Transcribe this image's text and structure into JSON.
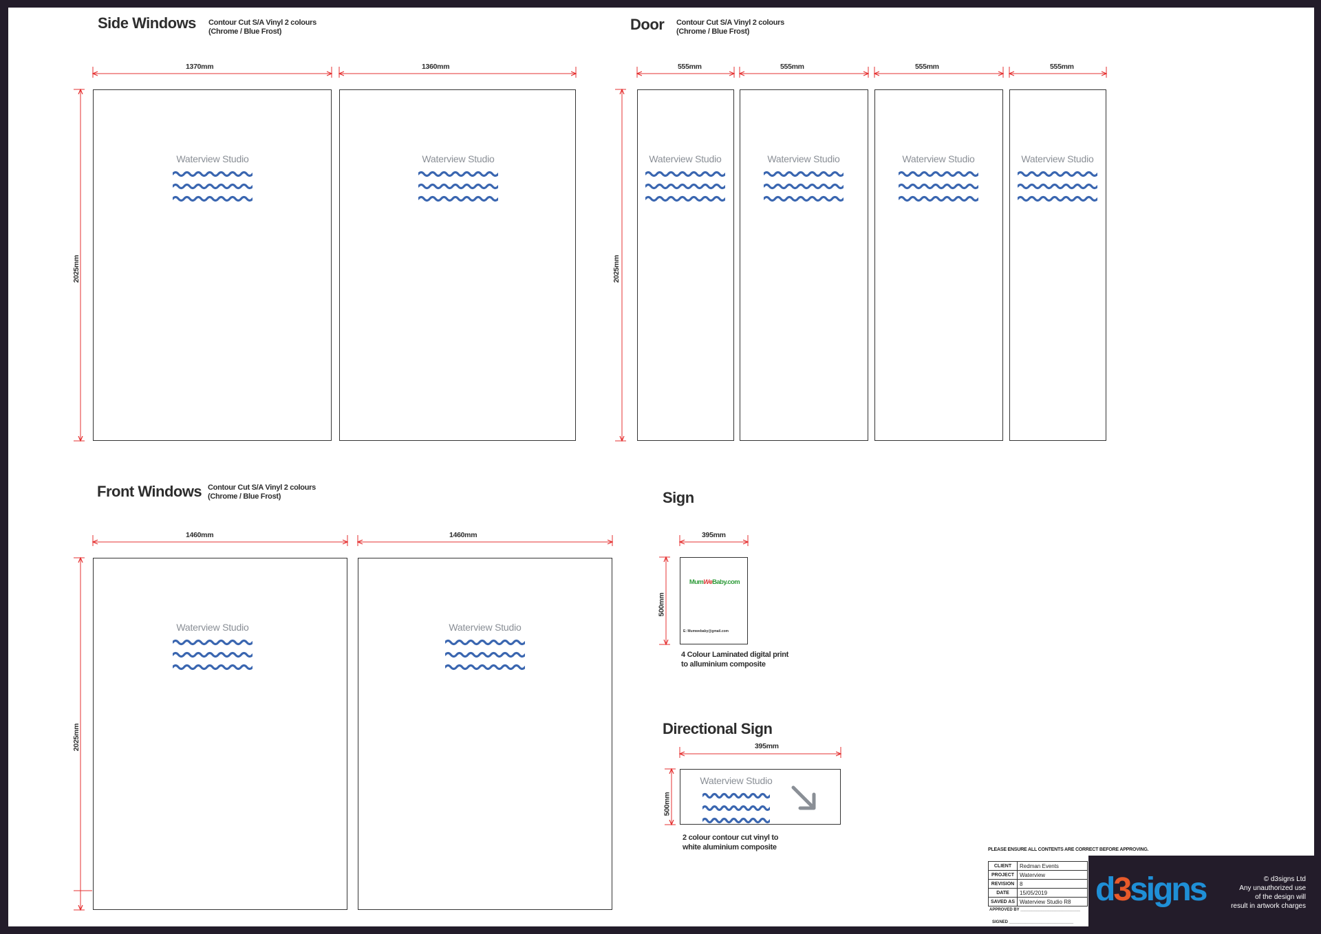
{
  "sections": {
    "side_windows": {
      "title": "Side Windows",
      "spec": "Contour Cut S/A Vinyl 2 colours\n(Chrome / Blue Frost)",
      "width_labels": [
        "1370mm",
        "1360mm"
      ],
      "height_label": "2025mm"
    },
    "door": {
      "title": "Door",
      "spec": "Contour Cut S/A Vinyl 2 colours\n(Chrome / Blue Frost)",
      "width_labels": [
        "555mm",
        "555mm",
        "555mm",
        "555mm"
      ],
      "height_label": "2025mm"
    },
    "front_windows": {
      "title": "Front Windows",
      "spec": "Contour Cut S/A Vinyl 2 colours\n(Chrome / Blue Frost)",
      "width_labels": [
        "1460mm",
        "1460mm"
      ],
      "height_label": "2025mm"
    },
    "sign": {
      "title": "Sign",
      "width_label": "395mm",
      "height_label": "500mm",
      "logo_text": "MumWeBaby.com",
      "contact": "E: Mumwebaby@gmail.com",
      "note": "4 Colour Laminated digital print\nto alluminium composite"
    },
    "directional_sign": {
      "title": "Directional Sign",
      "width_label": "395mm",
      "height_label": "500mm",
      "note": "2 colour contour cut vinyl to\nwhite aluminium composite"
    }
  },
  "logo": {
    "text": "Waterview Studio",
    "text_color": "#8a8f96",
    "wave_color": "#3a66b0"
  },
  "dimension_color": "#e53030",
  "title_block": {
    "header": "PLEASE ENSURE ALL CONTENTS ARE CORRECT BEFORE APPROVING.",
    "rows": [
      {
        "key": "CLIENT",
        "value": "Redman Events"
      },
      {
        "key": "PROJECT",
        "value": "Waterview"
      },
      {
        "key": "REVISION",
        "value": "8"
      },
      {
        "key": "DATE",
        "value": "15/05/2019"
      },
      {
        "key": "SAVED AS",
        "value": "Waterview Studio R8"
      }
    ],
    "approved_by": "APPROVED BY",
    "signed": "SIGNED",
    "brand_a": "d",
    "brand_b": "3",
    "brand_c": "signs",
    "copyright": "© d3signs Ltd\nAny unauthorized use\nof the design will\nresult in artwork charges",
    "brand_blue": "#1f8fd6",
    "brand_orange": "#e85a2a"
  }
}
